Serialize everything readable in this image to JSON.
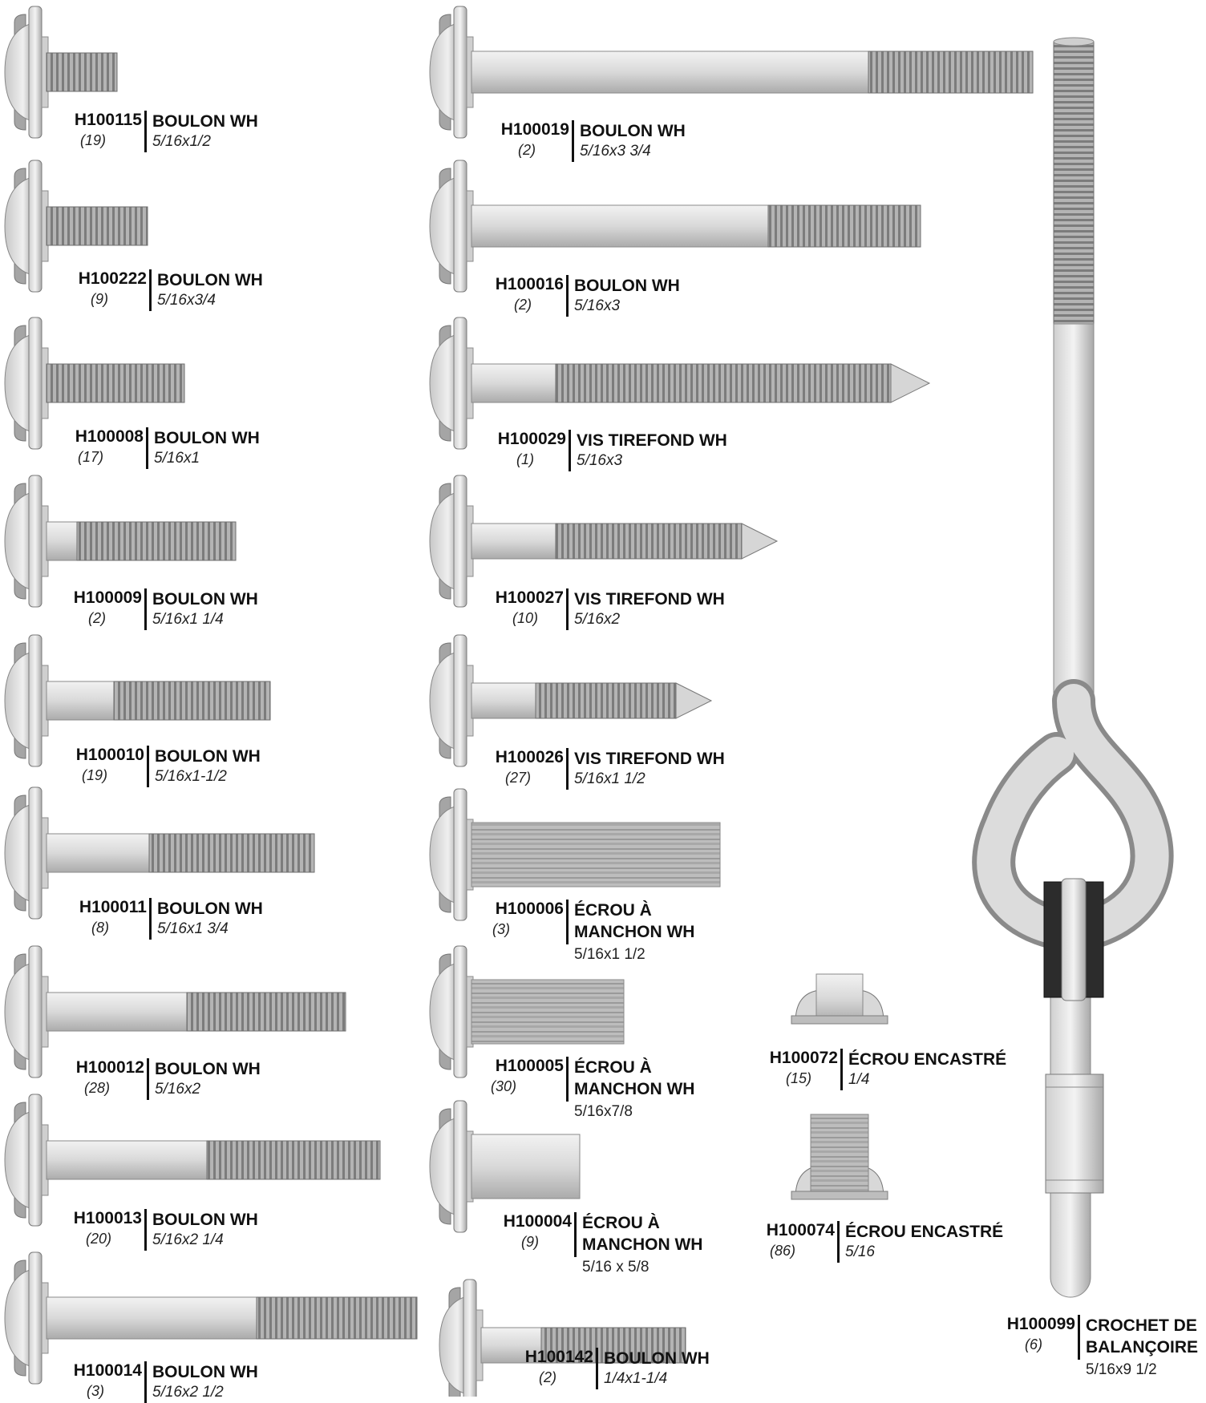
{
  "parts": [
    {
      "code": "H100115",
      "qty": "(19)",
      "desc": "BOULON WH",
      "size": "5/16x1/2"
    },
    {
      "code": "H100222",
      "qty": "(9)",
      "desc": "BOULON WH",
      "size": "5/16x3/4"
    },
    {
      "code": "H100008",
      "qty": "(17)",
      "desc": "BOULON WH",
      "size": "5/16x1"
    },
    {
      "code": "H100009",
      "qty": "(2)",
      "desc": "BOULON WH",
      "size": "5/16x1 1/4"
    },
    {
      "code": "H100010",
      "qty": "(19)",
      "desc": "BOULON WH",
      "size": "5/16x1-1/2"
    },
    {
      "code": "H100011",
      "qty": "(8)",
      "desc": "BOULON WH",
      "size": "5/16x1 3/4"
    },
    {
      "code": "H100012",
      "qty": "(28)",
      "desc": "BOULON WH",
      "size": "5/16x2"
    },
    {
      "code": "H100013",
      "qty": "(20)",
      "desc": "BOULON WH",
      "size": "5/16x2 1/4"
    },
    {
      "code": "H100014",
      "qty": "(3)",
      "desc": "BOULON WH",
      "size": "5/16x2 1/2"
    },
    {
      "code": "H100019",
      "qty": "(2)",
      "desc": "BOULON WH",
      "size": "5/16x3 3/4"
    },
    {
      "code": "H100016",
      "qty": "(2)",
      "desc": "BOULON WH",
      "size": "5/16x3"
    },
    {
      "code": "H100029",
      "qty": "(1)",
      "desc": "VIS TIREFOND WH",
      "size": "5/16x3"
    },
    {
      "code": "H100027",
      "qty": "(10)",
      "desc": "VIS TIREFOND WH",
      "size": "5/16x2"
    },
    {
      "code": "H100026",
      "qty": "(27)",
      "desc": "VIS TIREFOND WH",
      "size": "5/16x1 1/2"
    },
    {
      "code": "H100006",
      "qty": "(3)",
      "desc": "ÉCROU À",
      "desc2": "MANCHON WH",
      "size": "5/16x1 1/2"
    },
    {
      "code": "H100005",
      "qty": "(30)",
      "desc": "ÉCROU À",
      "desc2": "MANCHON WH",
      "size": "5/16x7/8"
    },
    {
      "code": "H100004",
      "qty": "(9)",
      "desc": "ÉCROU À",
      "desc2": "MANCHON WH",
      "size": "5/16 x 5/8"
    },
    {
      "code": "H100142",
      "qty": "(2)",
      "desc": "BOULON WH",
      "size": "1/4x1-1/4"
    },
    {
      "code": "H100072",
      "qty": "(15)",
      "desc": "ÉCROU ENCASTRÉ",
      "size": "1/4"
    },
    {
      "code": "H100074",
      "qty": "(86)",
      "desc": "ÉCROU ENCASTRÉ",
      "size": "5/16"
    },
    {
      "code": "H100099",
      "qty": "(6)",
      "desc": "CROCHET DE",
      "desc2": "BALANÇOIRE",
      "size": "5/16x9 1/2"
    }
  ]
}
